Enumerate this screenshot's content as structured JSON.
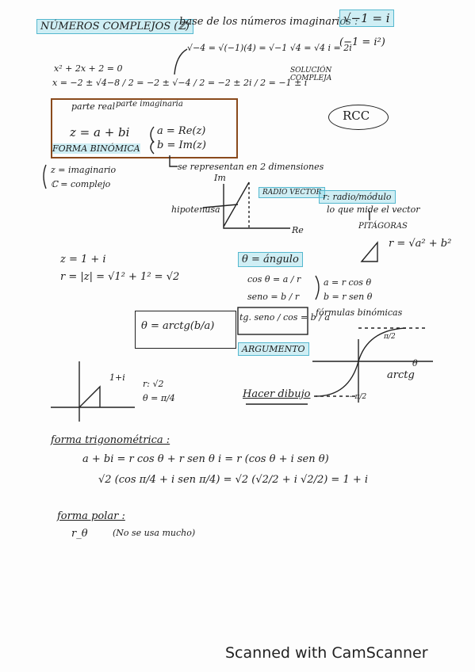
{
  "header": {
    "title": "NÚMEROS COMPLEJOS (ℤ)",
    "base_text": "base de los números imaginarios :",
    "sqrt_def": "√−1 = i",
    "i_sq": "(−1 = i²)"
  },
  "example": {
    "sqrt_expand": "√−4 = √(−1)(4) = √−1 √4 = √4 i = 2i",
    "equation": "x² + 2x + 2 = 0",
    "solution": "x = −2 ± √4−8 / 2 = −2 ± √−4 / 2 = −2 ± 2i / 2 = −1 ± i",
    "solution_note": "SOLUCIÓN COMPLEJA"
  },
  "binomial": {
    "real_part": "parte real",
    "imag_part": "parte imaginaria",
    "formula": "z = a + bi",
    "a_def": "a = Re(z)",
    "b_def": "b = Im(z)",
    "label": "FORMA BINÓMICA"
  },
  "rcc": "RCC",
  "notes": {
    "z_imag": "z = imaginario",
    "c_complex": "ℂ = complejo",
    "represent": "se representan en 2 dimensiones",
    "radio_vector": "RADIO VECTOR",
    "radius_def": "r: radio/módulo",
    "radius_desc": "lo que mide el vector",
    "pitagoras": "PITÁGORAS",
    "pyth_formula": "r = √a² + b²",
    "hipotenusa": "hipotenusa"
  },
  "axes": {
    "im": "Im",
    "re": "Re"
  },
  "worked": {
    "z_val": "z = 1 + i",
    "r_val": "r = |z| = √1² + 1² = √2",
    "theta_def": "θ = ángulo",
    "cos": "cos θ = a / r",
    "sin": "seno = b / r",
    "tg": "tg. seno / cos = b / a",
    "a_rcos": "a = r cos θ",
    "b_rsin": "b = r sen θ",
    "formulas_note": "fórmulas binómicas",
    "theta_arctg": "θ = arctg(b/a)",
    "argumento": "ARGUMENTO",
    "arctg_label": "arctg",
    "pi_half": "π/2",
    "minus_pi_half": "−π/2",
    "theta_sym": "θ",
    "one_plus_i": "1+i",
    "r_sqrt2": "r: √2",
    "theta_pi4": "θ = π/4",
    "hacer_dibujo": "Hacer dibujo"
  },
  "trig": {
    "title": "forma trigonométrica :",
    "line1": "a + bi = r cos θ + r sen θ i = r (cos θ + i sen θ)",
    "line2": "√2 (cos π/4 + i sen π/4) = √2 (√2/2 + i √2/2) = 1 + i"
  },
  "polar": {
    "title": "forma polar :",
    "notation": "r_θ",
    "note": "(No se usa mucho)"
  },
  "footer": "Scanned with CamScanner"
}
